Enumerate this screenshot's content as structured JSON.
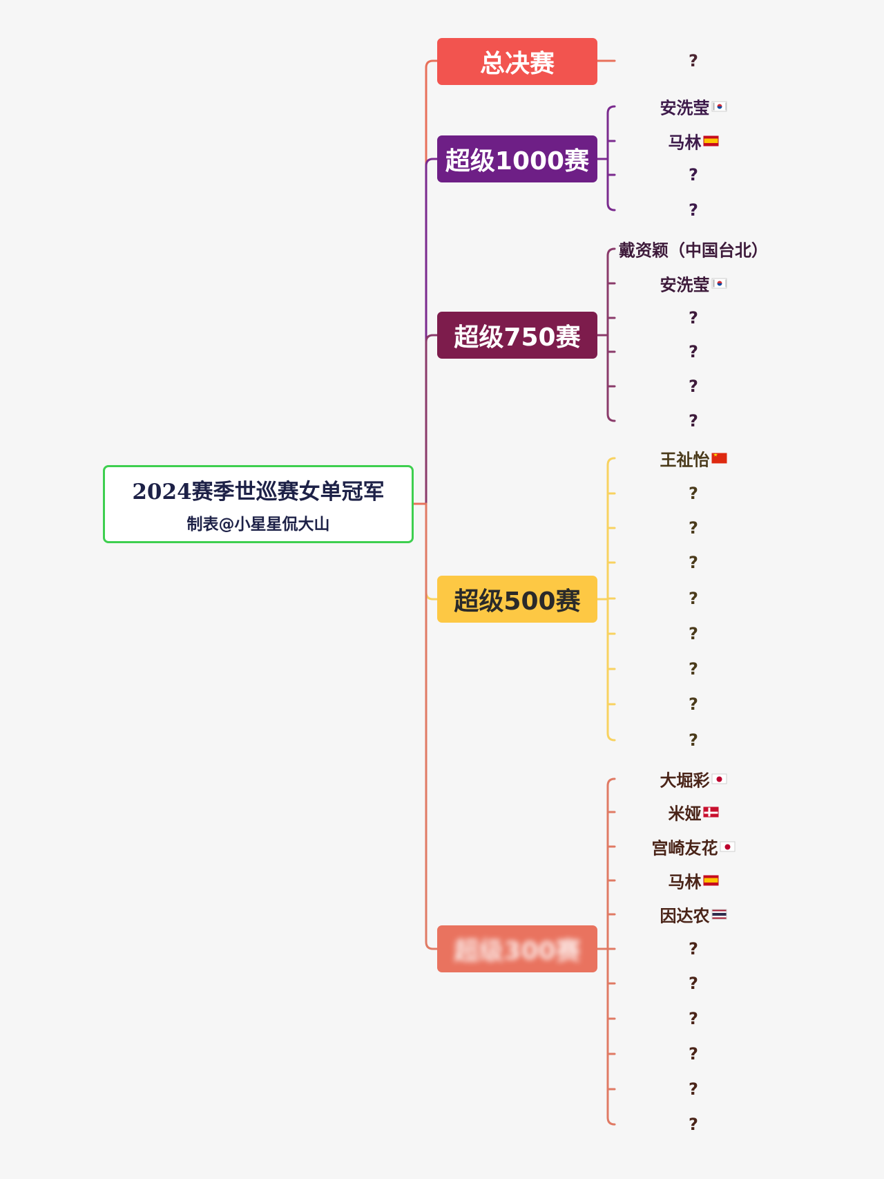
{
  "root": {
    "title": "2024赛季世巡赛女单冠军",
    "subtitle": "制表@小星星侃大山",
    "border_color": "#3ecf4f"
  },
  "categories": [
    {
      "label": "总决赛",
      "color": "#f2544f",
      "line_color": "#e8705a",
      "text_color": "#4a2430",
      "blurred": false,
      "entries": [
        {
          "name": "?",
          "flag": ""
        }
      ]
    },
    {
      "label": "超级1000赛",
      "color": "#6e1f86",
      "line_color": "#7a2a8e",
      "text_color": "#3d1a4a",
      "blurred": false,
      "entries": [
        {
          "name": "安洗莹",
          "flag": "kr"
        },
        {
          "name": "马林",
          "flag": "es"
        },
        {
          "name": "?",
          "flag": ""
        },
        {
          "name": "?",
          "flag": ""
        }
      ]
    },
    {
      "label": "超级750赛",
      "color": "#7d1c4c",
      "line_color": "#8a3a6a",
      "text_color": "#3d1a3a",
      "blurred": false,
      "entries": [
        {
          "name": "戴资颖（中国台北）",
          "flag": ""
        },
        {
          "name": "安洗莹",
          "flag": "kr"
        },
        {
          "name": "?",
          "flag": ""
        },
        {
          "name": "?",
          "flag": ""
        },
        {
          "name": "?",
          "flag": ""
        },
        {
          "name": "?",
          "flag": ""
        }
      ]
    },
    {
      "label": "超级500赛",
      "color": "#fdc844",
      "line_color": "#f8d260",
      "text_color": "#4a3a1a",
      "label_color": "#2a2a2a",
      "blurred": false,
      "entries": [
        {
          "name": "王祉怡",
          "flag": "cn"
        },
        {
          "name": "?",
          "flag": ""
        },
        {
          "name": "?",
          "flag": ""
        },
        {
          "name": "?",
          "flag": ""
        },
        {
          "name": "?",
          "flag": ""
        },
        {
          "name": "?",
          "flag": ""
        },
        {
          "name": "?",
          "flag": ""
        },
        {
          "name": "?",
          "flag": ""
        },
        {
          "name": "?",
          "flag": ""
        }
      ]
    },
    {
      "label": "超级300赛",
      "color": "#e9735f",
      "line_color": "#e07a64",
      "text_color": "#4a2418",
      "blurred": true,
      "entries": [
        {
          "name": "大堀彩",
          "flag": "jp"
        },
        {
          "name": "米娅",
          "flag": "dk"
        },
        {
          "name": "宫崎友花",
          "flag": "jp"
        },
        {
          "name": "马林",
          "flag": "es"
        },
        {
          "name": "因达农",
          "flag": "th"
        },
        {
          "name": "?",
          "flag": ""
        },
        {
          "name": "?",
          "flag": ""
        },
        {
          "name": "?",
          "flag": ""
        },
        {
          "name": "?",
          "flag": ""
        },
        {
          "name": "?",
          "flag": ""
        },
        {
          "name": "?",
          "flag": ""
        }
      ]
    }
  ]
}
